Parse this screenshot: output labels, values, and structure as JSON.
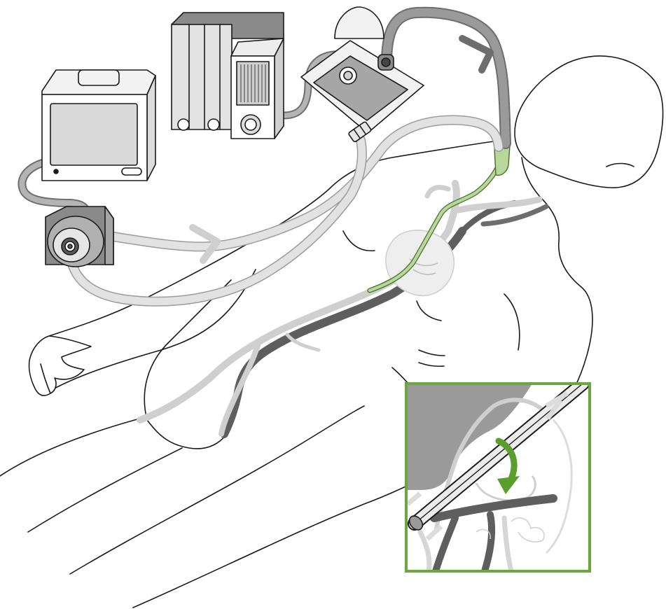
{
  "illustration": {
    "subject": "patient",
    "devices": [
      "ecmo-console",
      "gas-blender",
      "oxygenator",
      "centrifugal-pump"
    ],
    "cannula": "dual-lumen-cannula",
    "inset": "right-atrium-detail",
    "flow_direction_icon": "chevron-arrow-icon",
    "inset_arrow_icon": "curved-down-arrow-icon"
  },
  "colors": {
    "line": "#1a1a1a",
    "device_fill": "#dcdcdc",
    "device_dark": "#7a7a7a",
    "tube_dark": "#8c8c8c",
    "tube_light": "#d6d6d6",
    "vessel_dark": "#5e5e5e",
    "vessel_light": "#cfcfcf",
    "cannula_green": "#b8d79a",
    "cannula_stroke": "#4a6b2a",
    "inset_border": "#6aa83e",
    "inset_arrow": "#5a9e2e"
  }
}
